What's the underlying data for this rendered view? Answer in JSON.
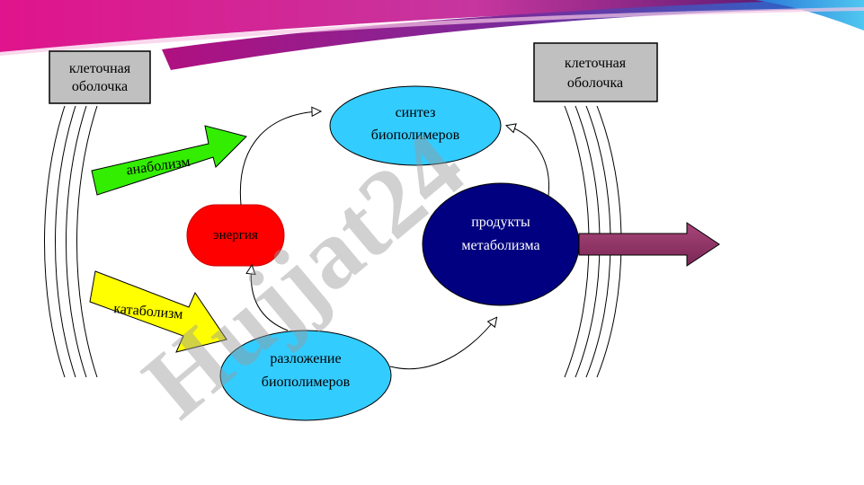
{
  "cell_membrane_left": {
    "line1": "клеточная",
    "line2": "оболочка"
  },
  "cell_membrane_right": {
    "line1": "клеточная",
    "line2": "оболочка"
  },
  "synthesis": {
    "line1": "синтез",
    "line2": "биополимеров"
  },
  "energy": "энергия",
  "metabolism_products": {
    "line1": "продукты",
    "line2": "метаболизма"
  },
  "breakdown": {
    "line1": "разложение",
    "line2": "биополимеров"
  },
  "anabolism": "анаболизм",
  "catabolism": "катаболизм",
  "watermark": "Hujjat24",
  "colors": {
    "synthesis_fill": "#33ccff",
    "breakdown_fill": "#33ccff",
    "energy_fill": "#ff0000",
    "products_fill": "#000080",
    "anabolism_arrow": "#33ee00",
    "catabolism_arrow": "#ffff00",
    "output_arrow": "#993366",
    "membrane_box": "#c0c0c0"
  }
}
